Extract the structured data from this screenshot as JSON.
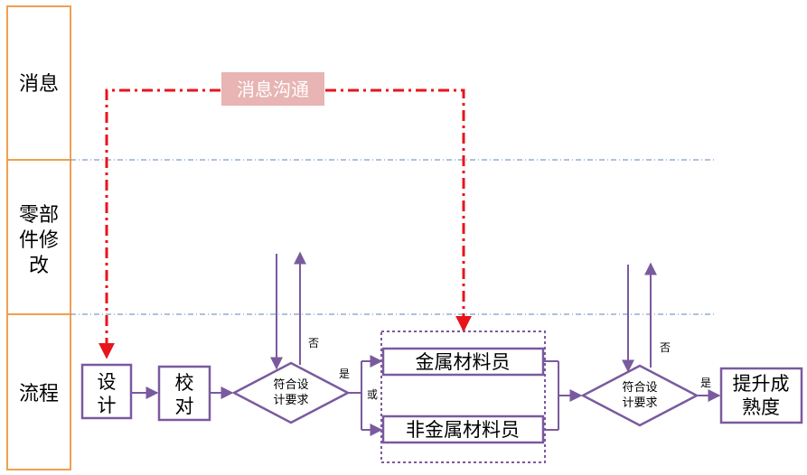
{
  "lanes": {
    "message": "消息",
    "parts_line1": "零部",
    "parts_line2": "件修",
    "parts_line3": "改",
    "process": "流程"
  },
  "message_box": "消息沟通",
  "nodes": {
    "design_line1": "设",
    "design_line2": "计",
    "check_line1": "校",
    "check_line2": "对",
    "decision1_line1": "符合设",
    "decision1_line2": "计要求",
    "metal": "金属材料员",
    "nonmetal": "非金属材料员",
    "decision2_line1": "符合设",
    "decision2_line2": "计要求",
    "improve_line1": "提升成",
    "improve_line2": "熟度"
  },
  "edge_labels": {
    "no1": "否",
    "yes1": "是",
    "or": "或",
    "no2": "否",
    "yes2": "是"
  },
  "colors": {
    "lane_border": "#F0A050",
    "node_stroke": "#7A5A9E",
    "message_red": "#E8141C",
    "message_box_fill": "#E8B4B4",
    "divider": "#5B86B8"
  }
}
